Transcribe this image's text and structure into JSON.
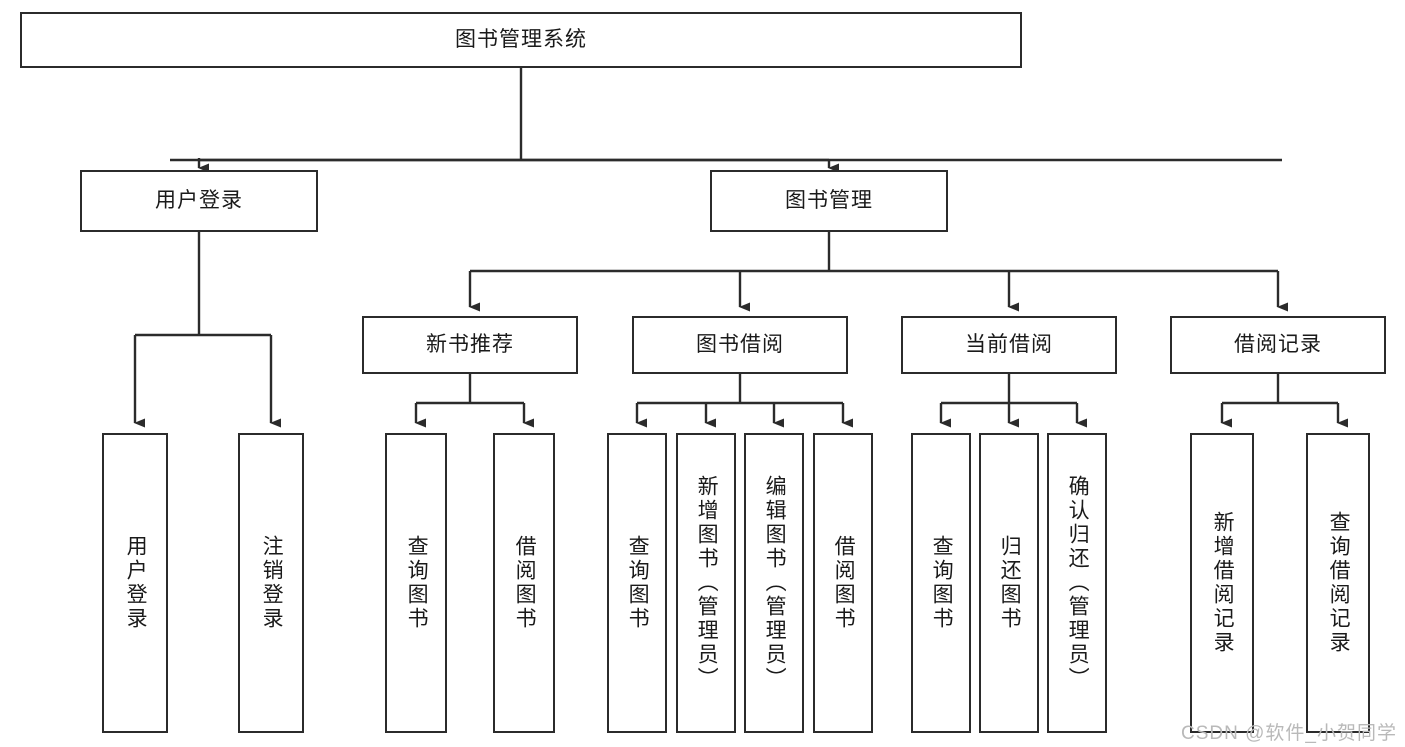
{
  "diagram": {
    "title": "图书管理系统",
    "watermark": "CSDN @软件_小贺同学",
    "level2": [
      {
        "label": "用户登录"
      },
      {
        "label": "图书管理"
      }
    ],
    "level3": [
      {
        "label": "新书推荐"
      },
      {
        "label": "图书借阅"
      },
      {
        "label": "当前借阅"
      },
      {
        "label": "借阅记录"
      }
    ],
    "leaves": {
      "user_login": [
        {
          "label": "用户登录"
        },
        {
          "label": "注销登录"
        }
      ],
      "new_book": [
        {
          "label": "查询图书"
        },
        {
          "label": "借阅图书"
        }
      ],
      "book_borrow": [
        {
          "label": "查询图书"
        },
        {
          "label": "新增图书（管理员）"
        },
        {
          "label": "编辑图书（管理员）"
        },
        {
          "label": "借阅图书"
        }
      ],
      "current_borrow": [
        {
          "label": "查询图书"
        },
        {
          "label": "归还图书"
        },
        {
          "label": "确认归还（管理员）"
        }
      ],
      "borrow_record": [
        {
          "label": "新增借阅记录"
        },
        {
          "label": "查询借阅记录"
        }
      ]
    },
    "colors": {
      "stroke": "#2b2b2b",
      "background": "#ffffff",
      "text": "#1a1a1a",
      "watermark": "#b9b9b9"
    }
  }
}
